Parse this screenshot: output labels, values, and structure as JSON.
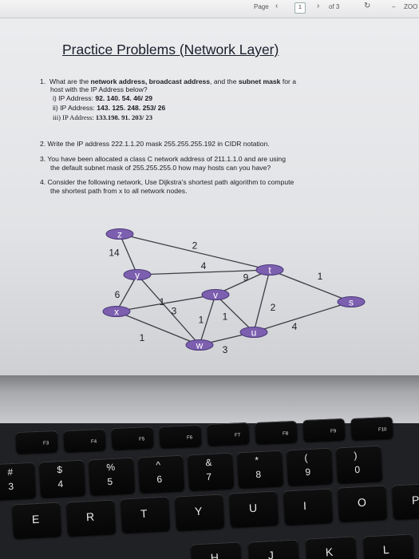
{
  "viewer": {
    "page_label": "Page",
    "page_current": "1",
    "page_total": "of 3",
    "zoom_label": "ZOO"
  },
  "doc": {
    "title": "Practice Problems (Network Layer)",
    "q1": {
      "num": "1.",
      "pre": "What are the ",
      "bold1": "network address, broadcast address",
      "mid": ", and the ",
      "bold2": "subnet mask",
      "post": " for a",
      "line2": "host with the IP Address below?",
      "items": [
        {
          "label": "i)  IP Address: ",
          "value": "92. 140. 54. 46/ 29"
        },
        {
          "label": "ii)  IP Address: ",
          "value": "143. 125. 248. 253/ 26"
        },
        {
          "label": "iii) IP Address: ",
          "value": "133.198. 91. 203/ 23"
        }
      ]
    },
    "q2": "2.  Write the IP address 222.1.1.20 mask 255.255.255.192 in CIDR notation.",
    "q3": [
      "3.  You have been allocated a class C network address of 211.1.1.0 and are using",
      "the default subnet mask of 255.255.255.0 how may hosts can you have?"
    ],
    "q4": [
      "4.  Consider the following network, Use Dijkstra's shortest path algorithm to compute",
      "the shortest path from x to all network nodes."
    ]
  },
  "graph": {
    "nodes": [
      "z",
      "y",
      "x",
      "v",
      "w",
      "t",
      "u",
      "s"
    ],
    "edges": [
      {
        "from": "z",
        "to": "y",
        "weight": "14"
      },
      {
        "from": "z",
        "to": "t",
        "weight": "2"
      },
      {
        "from": "y",
        "to": "t",
        "weight": "4"
      },
      {
        "from": "y",
        "to": "x",
        "weight": "6"
      },
      {
        "from": "y",
        "to": "w",
        "weight": "1"
      },
      {
        "from": "x",
        "to": "v",
        "weight": "3"
      },
      {
        "from": "x",
        "to": "w",
        "weight": "1"
      },
      {
        "from": "v",
        "to": "w",
        "weight": "1"
      },
      {
        "from": "v",
        "to": "t",
        "weight": "9"
      },
      {
        "from": "v",
        "to": "u",
        "weight": "1"
      },
      {
        "from": "w",
        "to": "u",
        "weight": "3"
      },
      {
        "from": "t",
        "to": "u",
        "weight": "2"
      },
      {
        "from": "t",
        "to": "s",
        "weight": "1"
      },
      {
        "from": "u",
        "to": "s",
        "weight": "4"
      }
    ]
  },
  "keyboard": {
    "fn_row": [
      "F3",
      "F4",
      "F5",
      "F6",
      "F7",
      "F8",
      "F9",
      "F10"
    ],
    "number_row": [
      {
        "top": "#",
        "bottom": "3"
      },
      {
        "top": "$",
        "bottom": "4"
      },
      {
        "top": "%",
        "bottom": "5"
      },
      {
        "top": "^",
        "bottom": "6"
      },
      {
        "top": "&",
        "bottom": "7"
      },
      {
        "top": "*",
        "bottom": "8"
      },
      {
        "top": "(",
        "bottom": "9"
      },
      {
        "top": ")",
        "bottom": "0"
      }
    ],
    "letter_row": [
      "E",
      "R",
      "T",
      "Y",
      "U",
      "I",
      "O",
      "P"
    ],
    "bottom_row": [
      "H",
      "J",
      "K",
      "L"
    ]
  }
}
